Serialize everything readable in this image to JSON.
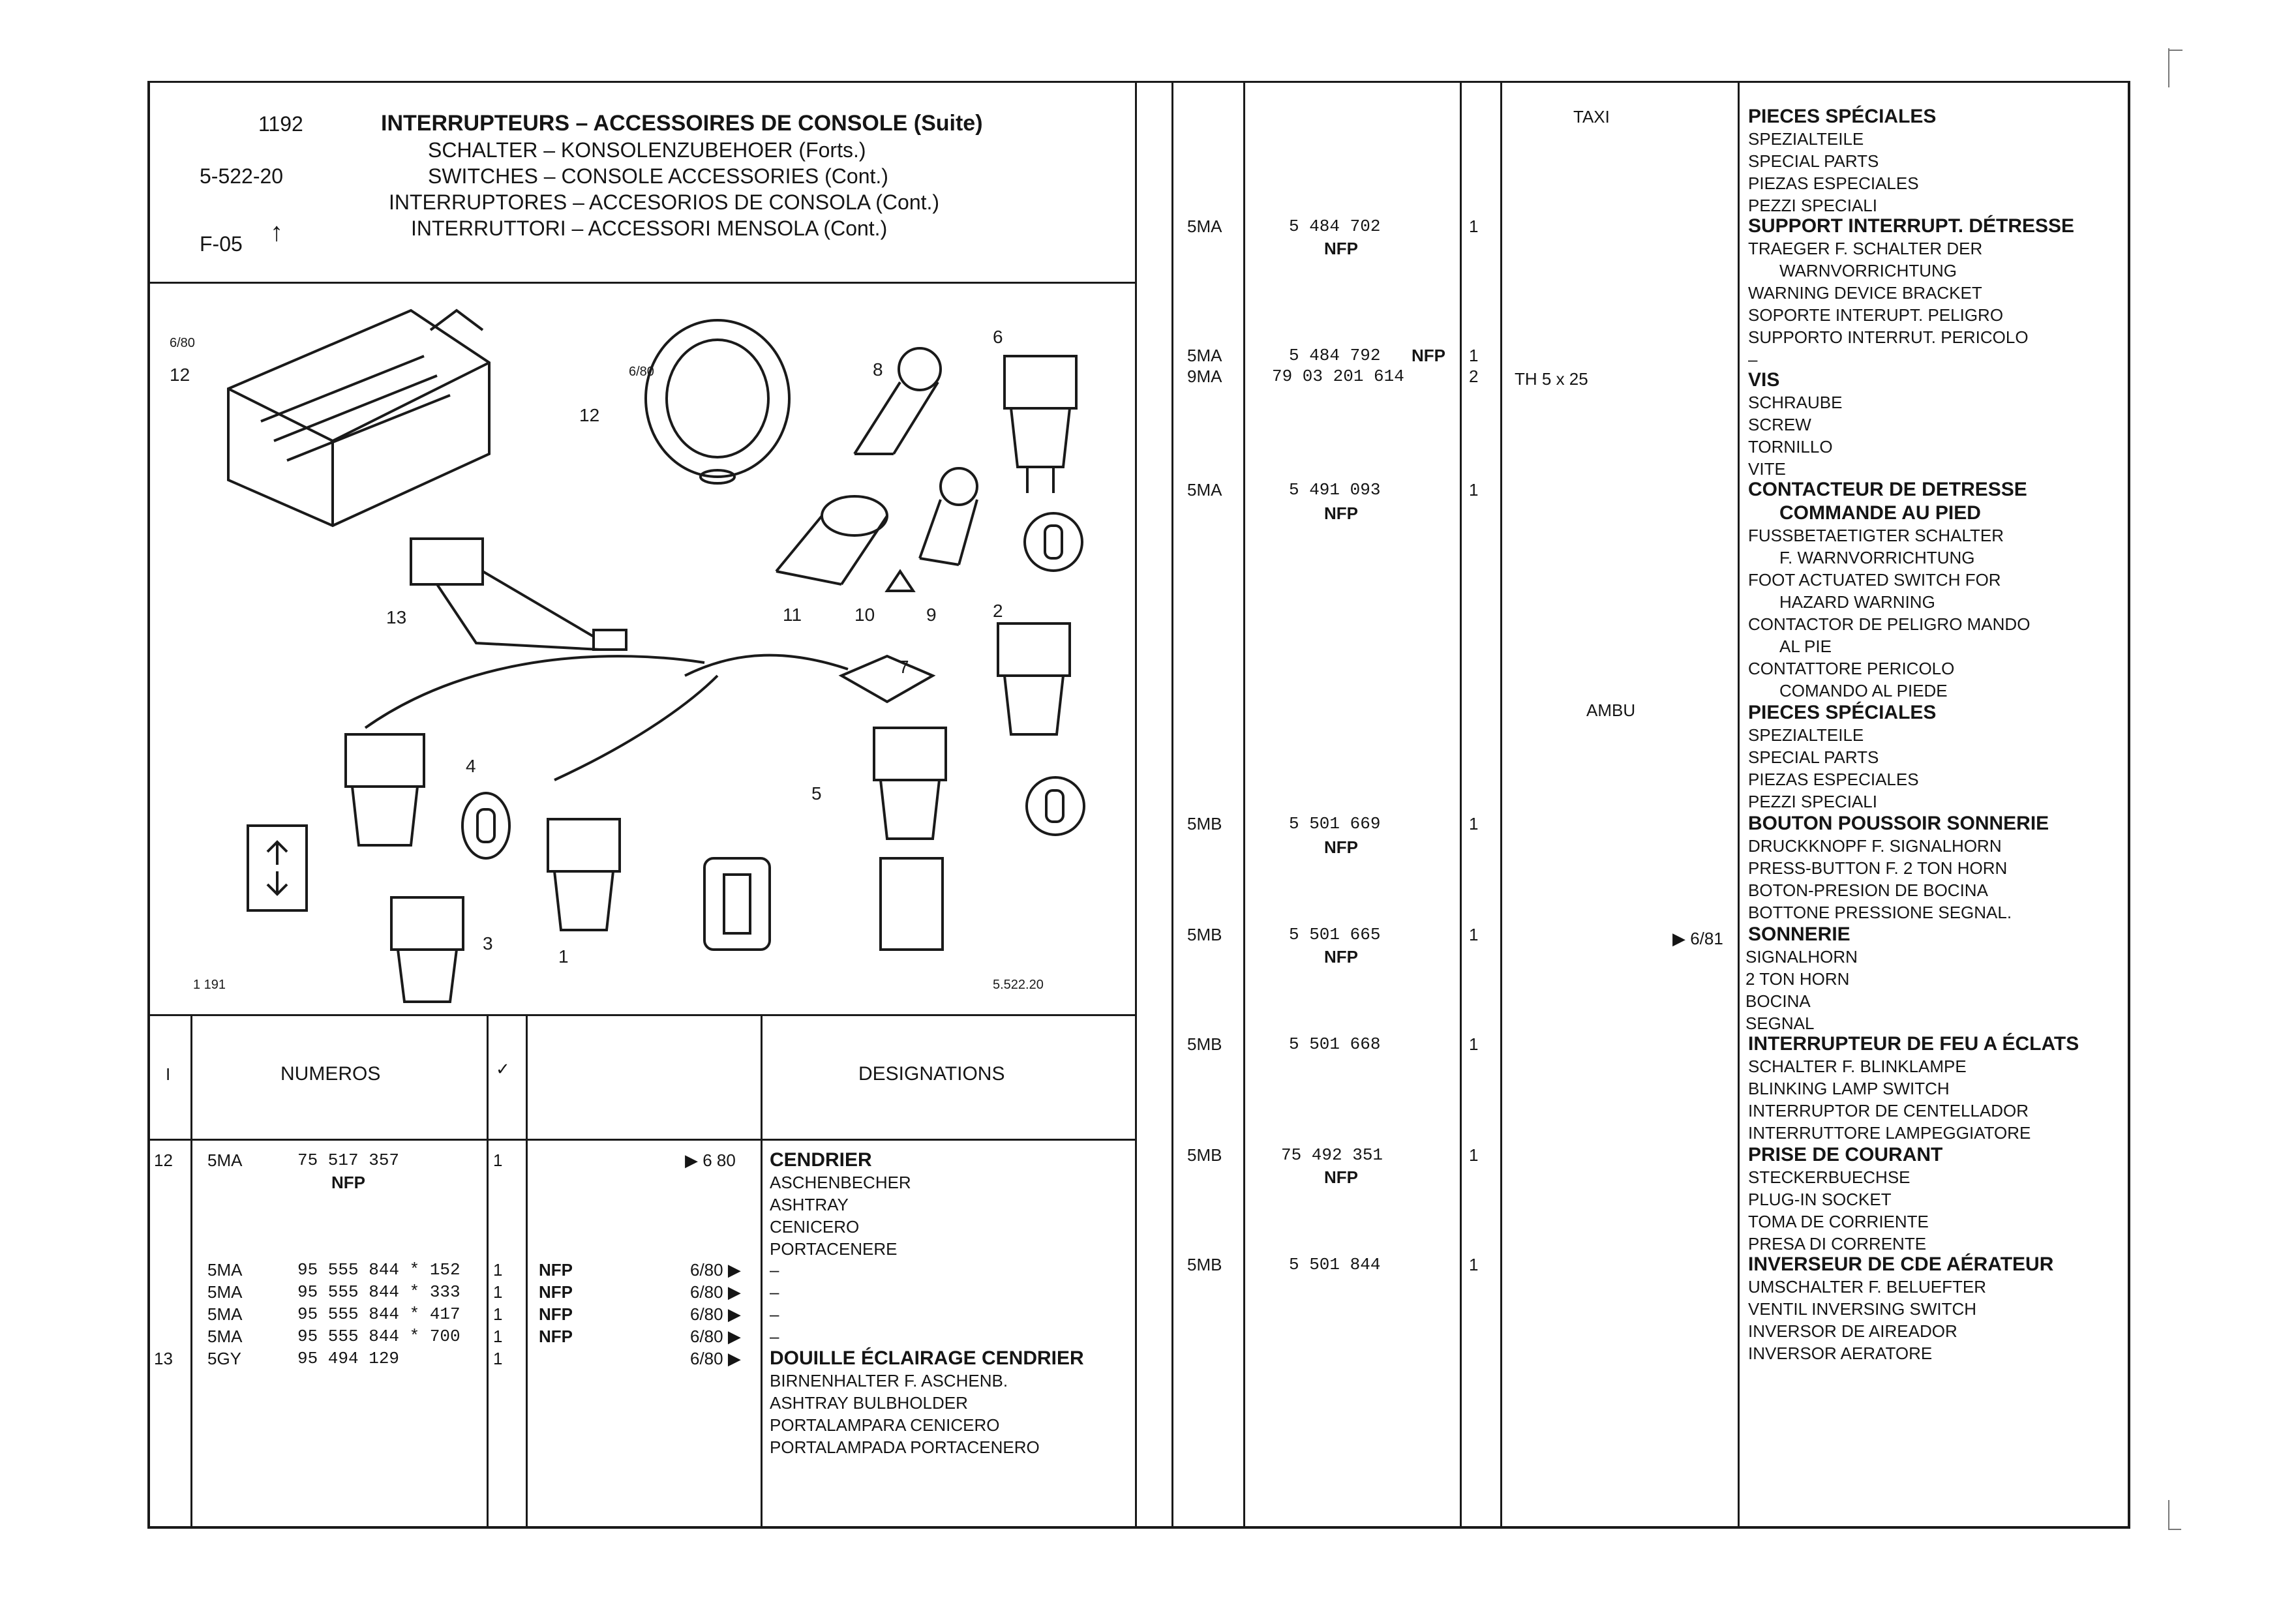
{
  "header": {
    "code": "1192",
    "ref": "5-522-20",
    "fig": "F-05",
    "title_fr": "INTERRUPTEURS – ACCESSOIRES DE CONSOLE (Suite)",
    "title_de": "SCHALTER – KONSOLENZUBEHOER (Forts.)",
    "title_en": "SWITCHES – CONSOLE ACCESSORIES (Cont.)",
    "title_es": "INTERRUPTORES – ACCESORIOS DE CONSOLA (Cont.)",
    "title_it": "INTERRUTTORI – ACCESSORI MENSOLA (Cont.)"
  },
  "illustration": {
    "labels": [
      "12",
      "12",
      "8",
      "6",
      "2",
      "13",
      "11",
      "10",
      "9",
      "7",
      "4",
      "5",
      "1",
      "3"
    ],
    "date_marks": [
      "6/80",
      "6/80"
    ],
    "footer_left": "1 191",
    "footer_right": "5.522.20"
  },
  "left_table": {
    "headers": {
      "index": "I",
      "numeros": "NUMEROS",
      "qty": "✓",
      "designations": "DESIGNATIONS"
    },
    "rows": [
      {
        "idx": "12",
        "code": "5MA",
        "num": "75 517 357",
        "sub": "NFP",
        "qty": "1",
        "ref": "",
        "date": "▶ 6 80",
        "lines": [
          "CENDRIER",
          "ASCHENBECHER",
          "ASHTRAY",
          "CENICERO",
          "PORTACENERE"
        ]
      },
      {
        "idx": "",
        "code": "5MA",
        "num": "95 555 844 * 152",
        "sub": "",
        "qty": "1",
        "ref": "NFP",
        "date": "6/80 ▶",
        "lines": [
          "–"
        ]
      },
      {
        "idx": "",
        "code": "5MA",
        "num": "95 555 844 * 333",
        "sub": "",
        "qty": "1",
        "ref": "NFP",
        "date": "6/80 ▶",
        "lines": [
          "–"
        ]
      },
      {
        "idx": "",
        "code": "5MA",
        "num": "95 555 844 * 417",
        "sub": "",
        "qty": "1",
        "ref": "NFP",
        "date": "6/80 ▶",
        "lines": [
          "–"
        ]
      },
      {
        "idx": "",
        "code": "5MA",
        "num": "95 555 844 * 700",
        "sub": "",
        "qty": "1",
        "ref": "NFP",
        "date": "6/80 ▶",
        "lines": [
          "–"
        ]
      },
      {
        "idx": "13",
        "code": "5GY",
        "num": "95 494 129",
        "sub": "",
        "qty": "1",
        "ref": "",
        "date": "6/80 ▶",
        "lines": [
          "DOUILLE ÉCLAIRAGE CENDRIER",
          "BIRNENHALTER F. ASCHENB.",
          "ASHTRAY BULBHOLDER",
          "PORTALAMPARA CENICERO",
          "PORTALAMPADA PORTACENERO"
        ]
      }
    ]
  },
  "right_table": {
    "notes": {
      "taxi": "TAXI",
      "ambu": "AMBU",
      "screw": "TH 5 x 25",
      "date_sonnerie": "▶ 6/81"
    },
    "rows": [
      {
        "code": "",
        "num": "",
        "sub": "",
        "qty": "",
        "lines": [
          "PIECES SPÉCIALES",
          "SPEZIALTEILE",
          "SPECIAL PARTS",
          "PIEZAS ESPECIALES",
          "PEZZI SPECIALI"
        ]
      },
      {
        "code": "5MA",
        "num": "5 484 702",
        "sub": "NFP",
        "qty": "1",
        "lines": [
          "SUPPORT INTERRUPT. DÉTRESSE",
          "TRAEGER F. SCHALTER DER",
          "WARNVORRICHTUNG",
          "WARNING DEVICE BRACKET",
          "SOPORTE INTERUPT. PELIGRO",
          "SUPPORTO INTERRUT. PERICOLO",
          "–"
        ]
      },
      {
        "code": "5MA",
        "num": "5 484 792",
        "sub": "NFP",
        "qty": "1",
        "lines": []
      },
      {
        "code": "9MA",
        "num": "79 03 201 614",
        "sub": "",
        "qty": "2",
        "lines": [
          "VIS",
          "SCHRAUBE",
          "SCREW",
          "TORNILLO",
          "VITE"
        ]
      },
      {
        "code": "5MA",
        "num": "5 491 093",
        "sub": "NFP",
        "qty": "1",
        "lines": [
          "CONTACTEUR DE DETRESSE",
          "COMMANDE AU PIED",
          "FUSSBETAETIGTER SCHALTER",
          "F. WARNVORRICHTUNG",
          "FOOT ACTUATED SWITCH FOR",
          "HAZARD WARNING",
          "CONTACTOR DE PELIGRO MANDO",
          "AL PIE",
          "CONTATTORE PERICOLO",
          "COMANDO AL PIEDE",
          "PIECES SPÉCIALES",
          "SPEZIALTEILE",
          "SPECIAL PARTS",
          "PIEZAS ESPECIALES",
          "PEZZI SPECIALI"
        ]
      },
      {
        "code": "5MB",
        "num": "5 501 669",
        "sub": "NFP",
        "qty": "1",
        "lines": [
          "BOUTON POUSSOIR SONNERIE",
          "DRUCKKNOPF F. SIGNALHORN",
          "PRESS-BUTTON F. 2 TON HORN",
          "BOTON-PRESION DE BOCINA",
          "BOTTONE PRESSIONE SEGNAL."
        ]
      },
      {
        "code": "5MB",
        "num": "5 501 665",
        "sub": "NFP",
        "qty": "1",
        "lines": [
          "SONNERIE",
          "SIGNALHORN",
          "2 TON HORN",
          "BOCINA",
          "SEGNAL"
        ]
      },
      {
        "code": "5MB",
        "num": "5 501 668",
        "sub": "",
        "qty": "1",
        "lines": [
          "INTERRUPTEUR DE FEU A ÉCLATS",
          "SCHALTER F. BLINKLAMPE",
          "BLINKING LAMP SWITCH",
          "INTERRUPTOR DE CENTELLADOR",
          "INTERRUTTORE LAMPEGGIATORE"
        ]
      },
      {
        "code": "5MB",
        "num": "75 492 351",
        "sub": "NFP",
        "qty": "1",
        "lines": [
          "PRISE DE COURANT",
          "STECKERBUECHSE",
          "PLUG-IN SOCKET",
          "TOMA DE CORRIENTE",
          "PRESA DI CORRENTE"
        ]
      },
      {
        "code": "5MB",
        "num": "5 501 844",
        "sub": "",
        "qty": "1",
        "lines": [
          "INVERSEUR DE CDE AÉRATEUR",
          "UMSCHALTER F. BELUEFTER",
          "VENTIL INVERSING SWITCH",
          "INVERSOR DE AIREADOR",
          "INVERSOR AERATORE"
        ]
      }
    ]
  }
}
